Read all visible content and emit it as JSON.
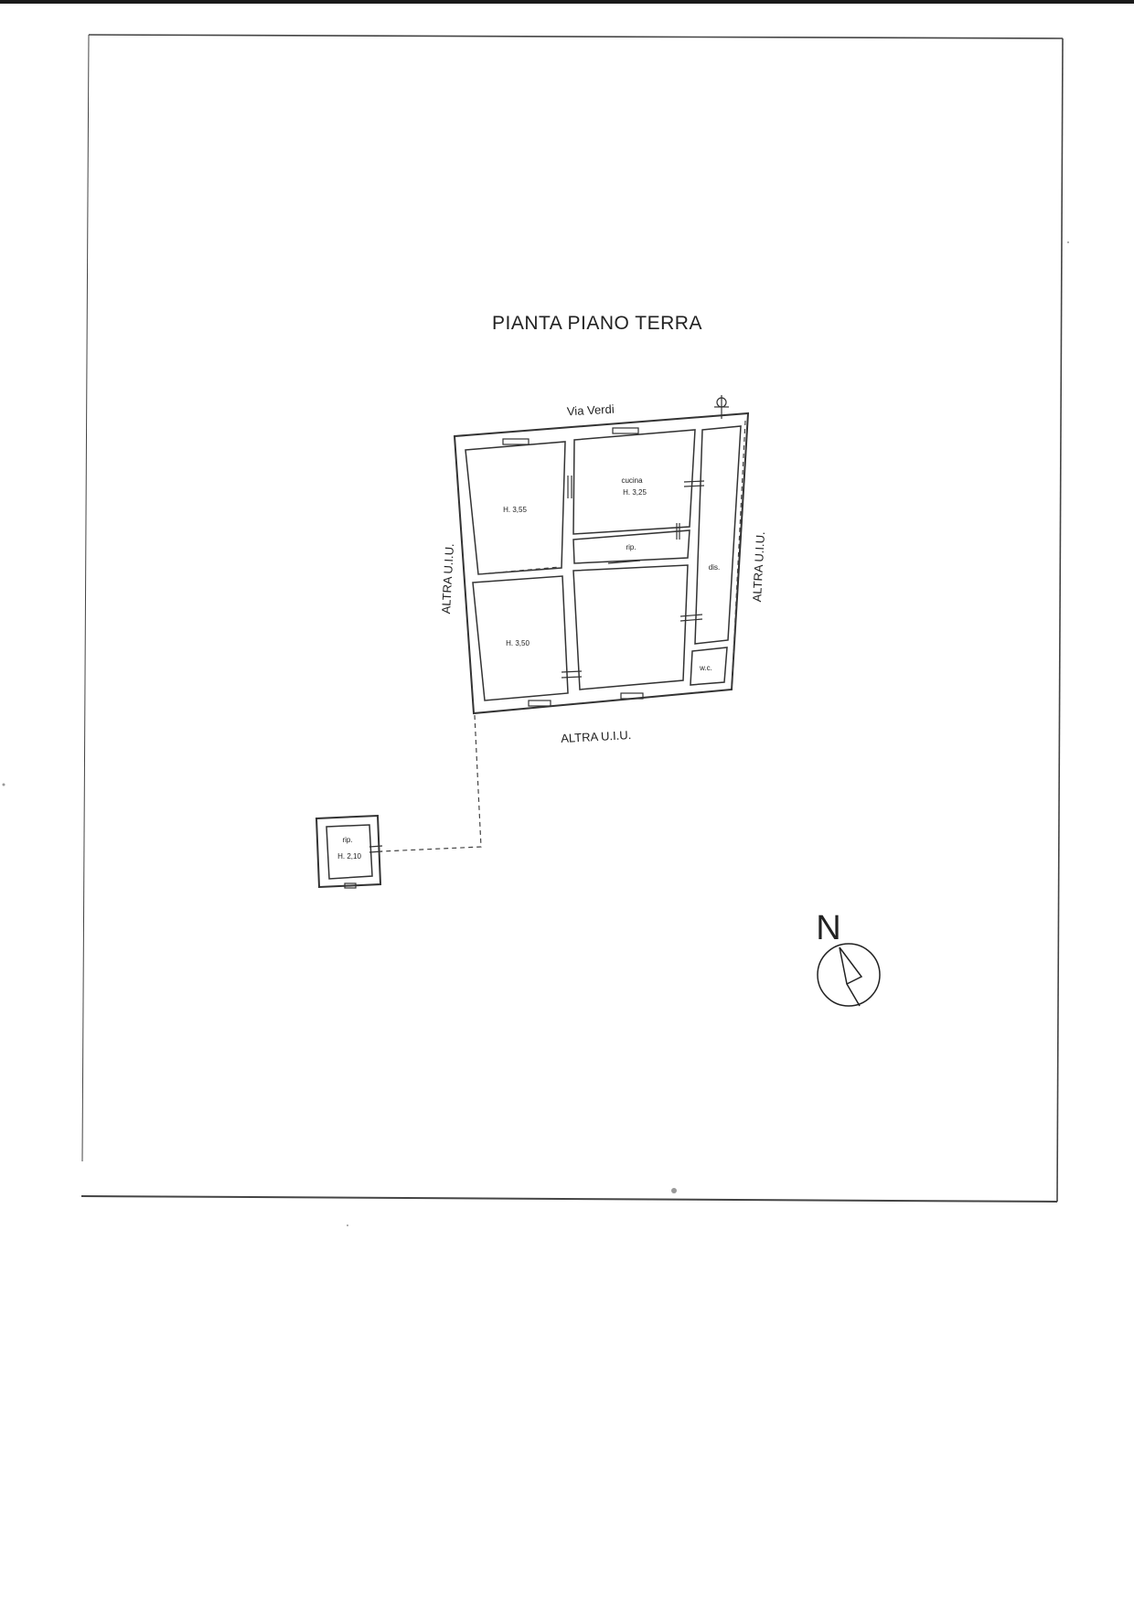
{
  "plan": {
    "title": "PIANTA PIANO TERRA",
    "street": "Via Verdi",
    "neighbors": {
      "west": "ALTRA U.I.U.",
      "east": "ALTRA U.I.U.",
      "south": "ALTRA U.I.U."
    },
    "rooms": {
      "room_nw_height": "H. 3,55",
      "kitchen_name": "cucina",
      "kitchen_height": "H. 3,25",
      "storage_name": "rip.",
      "room_sw_height": "H. 3,50",
      "corridor_name": "dis.",
      "wc_name": "w.c.",
      "annex_name": "rip.",
      "annex_height": "H. 2,10"
    },
    "compass": {
      "north_label": "N"
    }
  }
}
